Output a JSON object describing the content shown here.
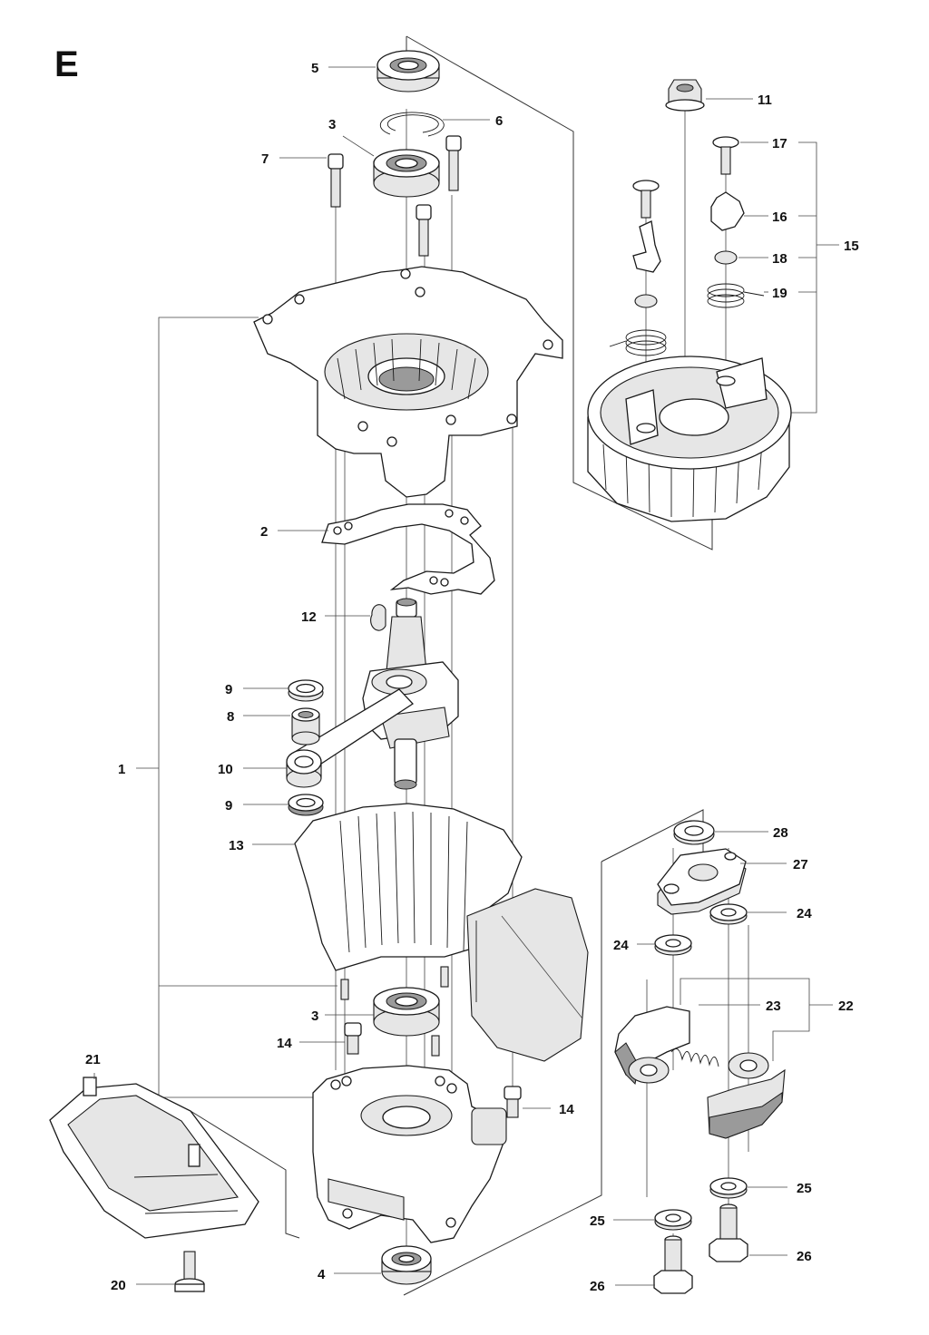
{
  "section_letter": "E",
  "callouts": [
    {
      "id": "c5",
      "text": "5"
    },
    {
      "id": "c6",
      "text": "6"
    },
    {
      "id": "c3a",
      "text": "3"
    },
    {
      "id": "c7",
      "text": "7"
    },
    {
      "id": "c11",
      "text": "11"
    },
    {
      "id": "c17",
      "text": "17"
    },
    {
      "id": "c16",
      "text": "16"
    },
    {
      "id": "c15",
      "text": "15"
    },
    {
      "id": "c18",
      "text": "18"
    },
    {
      "id": "c19",
      "text": "19"
    },
    {
      "id": "c2",
      "text": "2"
    },
    {
      "id": "c12",
      "text": "12"
    },
    {
      "id": "c9a",
      "text": "9"
    },
    {
      "id": "c8",
      "text": "8"
    },
    {
      "id": "c1",
      "text": "1"
    },
    {
      "id": "c10",
      "text": "10"
    },
    {
      "id": "c9b",
      "text": "9"
    },
    {
      "id": "c13",
      "text": "13"
    },
    {
      "id": "c28",
      "text": "28"
    },
    {
      "id": "c27",
      "text": "27"
    },
    {
      "id": "c24a",
      "text": "24"
    },
    {
      "id": "c24b",
      "text": "24"
    },
    {
      "id": "c3b",
      "text": "3"
    },
    {
      "id": "c23",
      "text": "23"
    },
    {
      "id": "c22",
      "text": "22"
    },
    {
      "id": "c14a",
      "text": "14"
    },
    {
      "id": "c21",
      "text": "21"
    },
    {
      "id": "c14b",
      "text": "14"
    },
    {
      "id": "c25a",
      "text": "25"
    },
    {
      "id": "c25b",
      "text": "25"
    },
    {
      "id": "c26a",
      "text": "26"
    },
    {
      "id": "c26b",
      "text": "26"
    },
    {
      "id": "c4",
      "text": "4"
    },
    {
      "id": "c20",
      "text": "20"
    }
  ]
}
